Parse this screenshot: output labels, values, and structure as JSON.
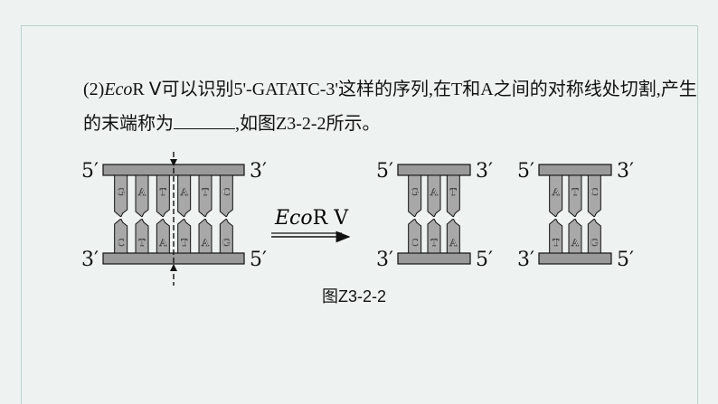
{
  "question": {
    "prefix": "(2)",
    "enzyme_italic": "Eco",
    "enzyme_rest": "R Ⅴ可以识别5'-GATATC-3'这样的序列,在T和A之间的对称线处切割,产生的末端称为",
    "suffix": ",如图Z3-2-2所示。"
  },
  "diagram": {
    "end_5": "5′",
    "end_3": "3′",
    "enzyme_label_italic": "Eco",
    "enzyme_label_rest": "R Ⅴ",
    "left_dna": {
      "top_bases": [
        "G",
        "A",
        "T",
        "A",
        "T",
        "C"
      ],
      "bottom_bases": [
        "C",
        "T",
        "A",
        "T",
        "A",
        "G"
      ]
    },
    "product1": {
      "top_bases": [
        "G",
        "A",
        "T"
      ],
      "bottom_bases": [
        "C",
        "T",
        "A"
      ]
    },
    "product2": {
      "top_bases": [
        "A",
        "T",
        "C"
      ],
      "bottom_bases": [
        "T",
        "A",
        "G"
      ]
    },
    "colors": {
      "strand": "#9a9a9a",
      "base": "#a8a8a8",
      "stroke": "#111111"
    }
  },
  "caption": "图Z3-2-2"
}
